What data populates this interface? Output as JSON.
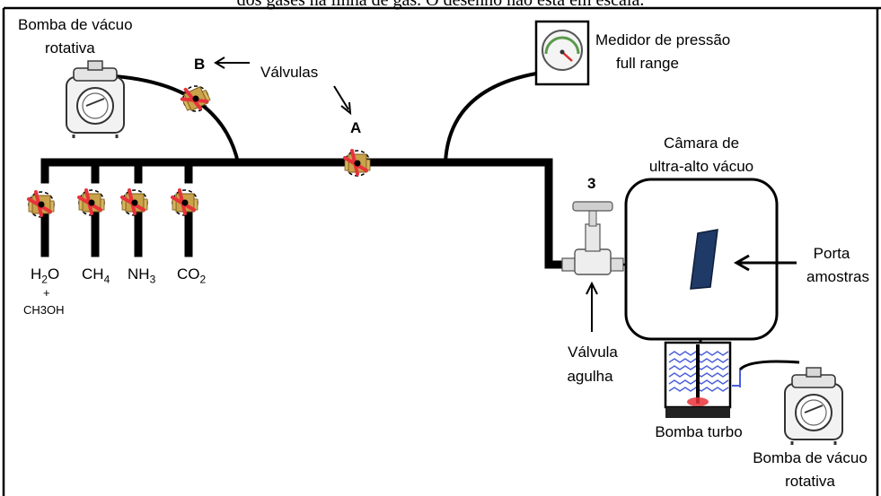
{
  "caption": "dos gases na linha de gás. O desenho não está em escala.",
  "labels": {
    "pump_top_left_line1": "Bomba de vácuo",
    "pump_top_left_line2": "rotativa",
    "valve_b": "B",
    "valves": "Válvulas",
    "valve_a": "A",
    "gauge_line1": "Medidor de pressão",
    "gauge_line2": "full range",
    "chamber_line1": "Câmara de",
    "chamber_line2": "ultra-alto vácuo",
    "valve_3": "3",
    "sample_holder_line1": "Porta",
    "sample_holder_line2": "amostras",
    "needle_valve_line1": "Válvula",
    "needle_valve_line2": "agulha",
    "turbo_pump": "Bomba turbo",
    "pump_bottom_right_line1": "Bomba de vácuo",
    "pump_bottom_right_line2": "rotativa"
  },
  "gases": {
    "h2o_main": "H",
    "h2o_sub": "2",
    "h2o_tail": "O",
    "plus": "+",
    "ch3oh": "CH3OH",
    "ch4_main": "CH",
    "ch4_sub": "4",
    "nh3_main": "NH",
    "nh3_sub": "3",
    "co2_main": "CO",
    "co2_sub": "2"
  },
  "colors": {
    "line": "#000000",
    "valve_body": "#c9a24a",
    "valve_handle": "#e8333a",
    "sample": "#1f3a66",
    "turbo_blades": "#4a5fd8",
    "gauge_needle": "#d32f2f"
  }
}
